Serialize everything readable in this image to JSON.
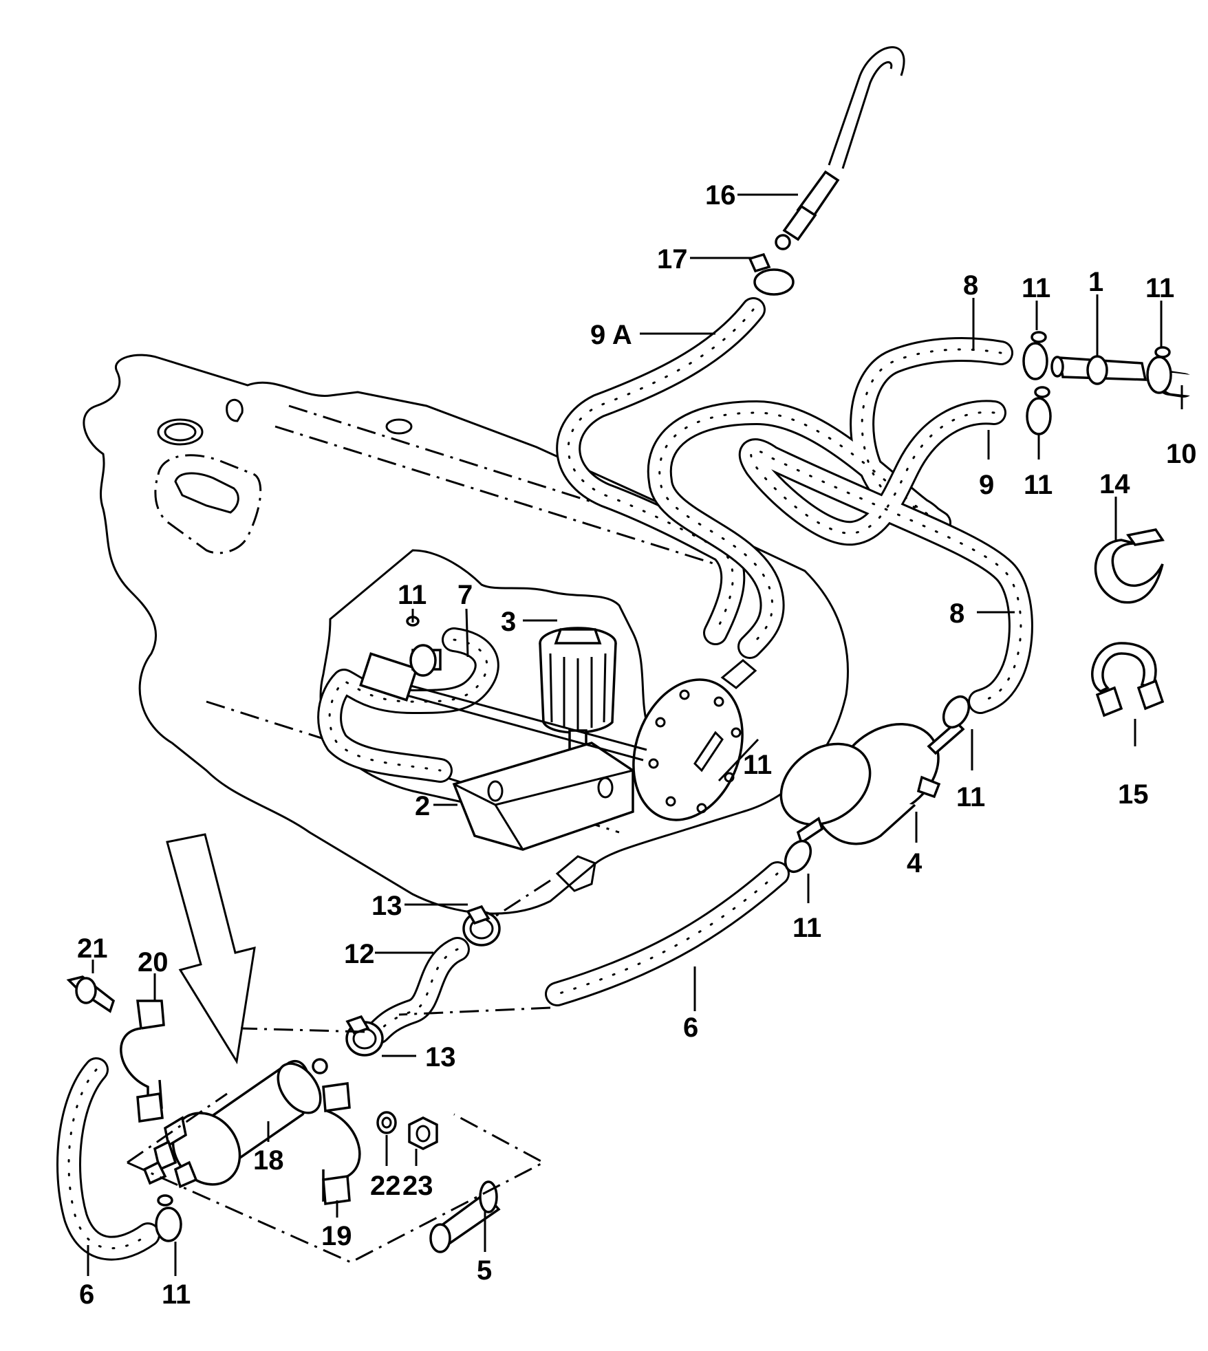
{
  "callouts": {
    "c16": "16",
    "c17": "17",
    "c9a": "9 A",
    "c8a": "8",
    "c11a": "11",
    "c1": "1",
    "c11b": "11",
    "c10": "10",
    "c9": "9",
    "c11c": "11",
    "c14": "14",
    "c8b": "8",
    "c11d": "11",
    "c7": "7",
    "c3": "3",
    "c11e": "11",
    "c2": "2",
    "c11f": "11",
    "c15": "15",
    "c4": "4",
    "c11g": "11",
    "c13a": "13",
    "c12": "12",
    "c21": "21",
    "c20": "20",
    "c6a": "6",
    "c13b": "13",
    "c18": "18",
    "c22": "22",
    "c23": "23",
    "c19": "19",
    "c5": "5",
    "c6b": "6",
    "c11h": "11"
  }
}
